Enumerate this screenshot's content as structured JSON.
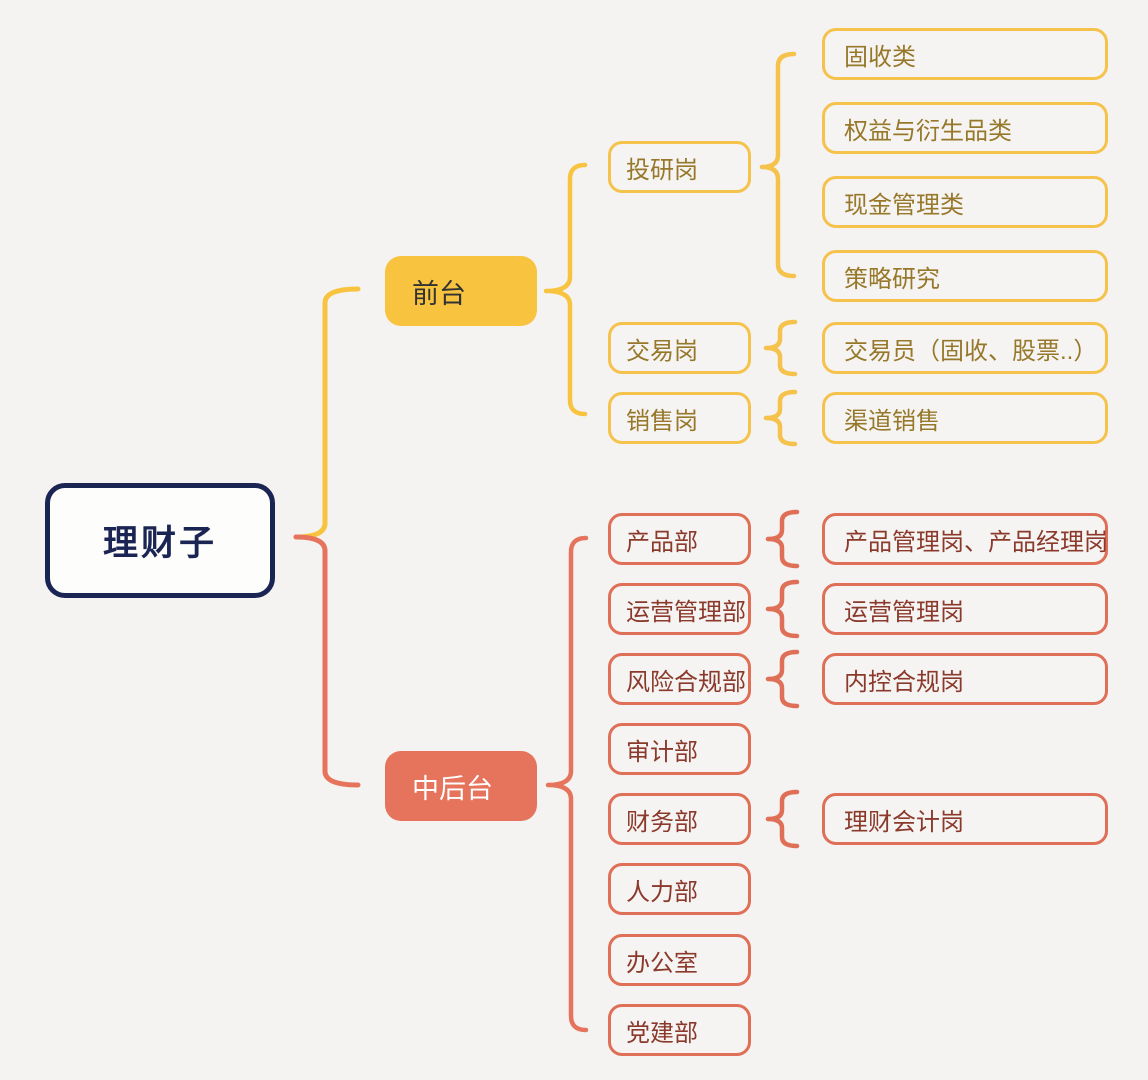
{
  "root": {
    "label": "理财子"
  },
  "branches": [
    {
      "label": "前台",
      "children": [
        {
          "label": "投研岗",
          "children": [
            "固收类",
            "权益与衍生品类",
            "现金管理类",
            "策略研究"
          ]
        },
        {
          "label": "交易岗",
          "children": [
            "交易员（固收、股票..）"
          ]
        },
        {
          "label": "销售岗",
          "children": [
            "渠道销售"
          ]
        }
      ]
    },
    {
      "label": "中后台",
      "children": [
        {
          "label": "产品部",
          "children": [
            "产品管理岗、产品经理岗"
          ]
        },
        {
          "label": "运营管理部",
          "children": [
            "运营管理岗"
          ]
        },
        {
          "label": "风险合规部",
          "children": [
            "内控合规岗"
          ]
        },
        {
          "label": "审计部",
          "children": []
        },
        {
          "label": "财务部",
          "children": [
            "理财会计岗"
          ]
        },
        {
          "label": "人力部",
          "children": []
        },
        {
          "label": "办公室",
          "children": []
        },
        {
          "label": "党建部",
          "children": []
        }
      ]
    }
  ],
  "colors": {
    "background": "#f4f3f1",
    "root_navy": "#1b2554",
    "yellow_fill": "#f8c440",
    "yellow_outline": "#f5c24b",
    "yellow_text": "#97782a",
    "salmon_fill": "#e6745c",
    "salmon_outline": "#df6f57",
    "salmon_text": "#8a392b"
  }
}
